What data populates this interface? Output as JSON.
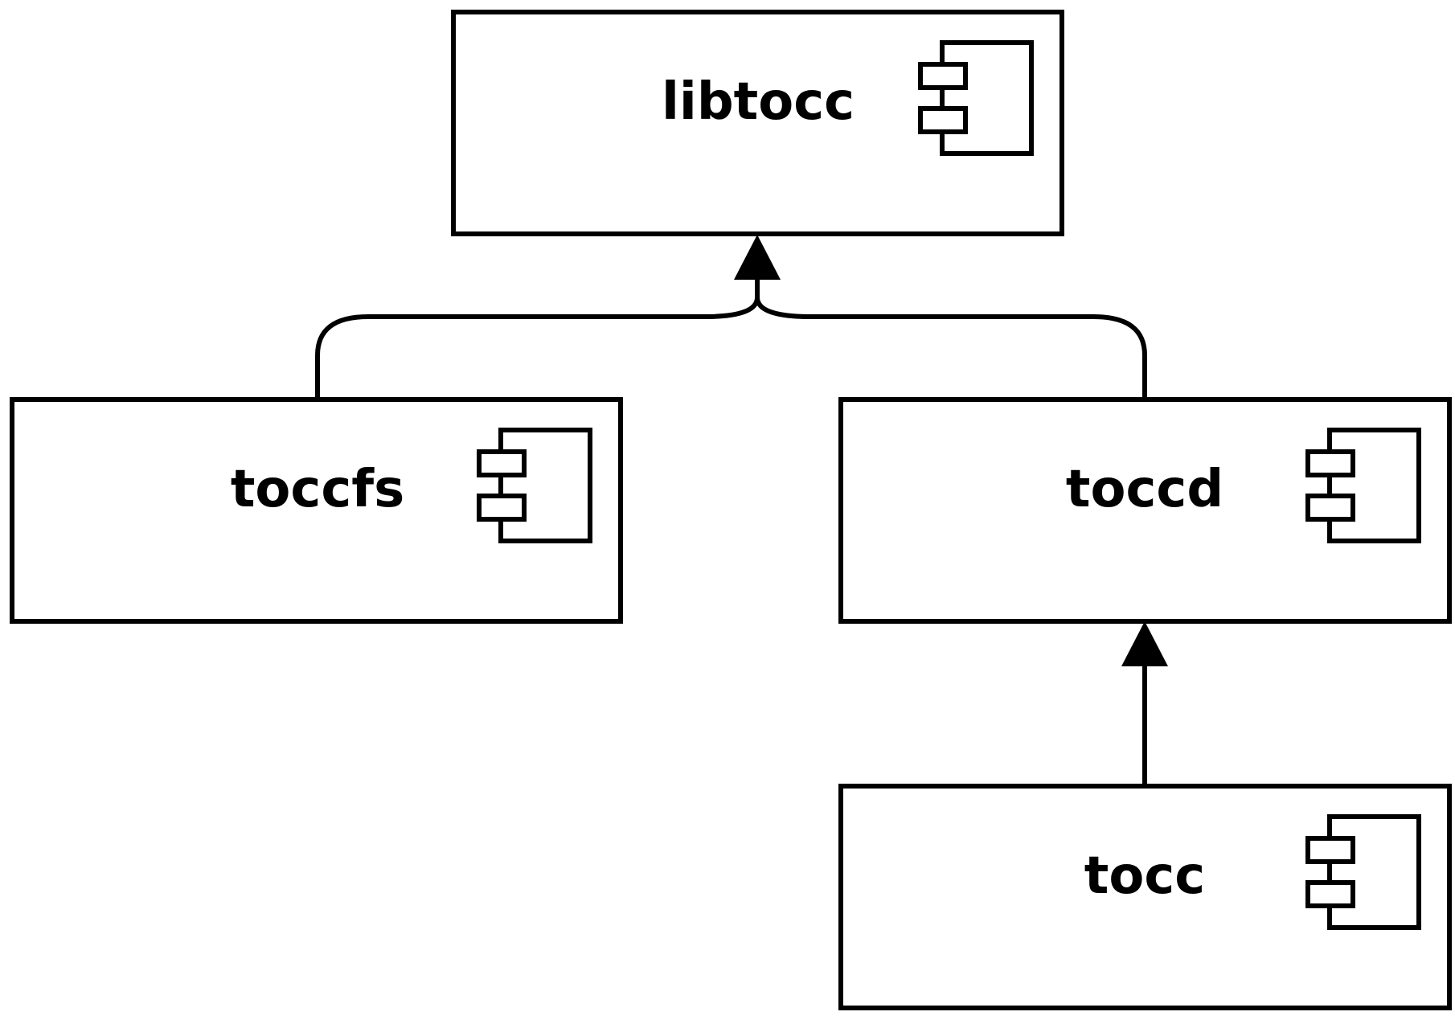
{
  "diagram": {
    "components": [
      {
        "id": "libtocc",
        "label": "libtocc"
      },
      {
        "id": "toccfs",
        "label": "toccfs"
      },
      {
        "id": "toccd",
        "label": "toccd"
      },
      {
        "id": "tocc",
        "label": "tocc"
      }
    ],
    "dependencies": [
      {
        "from": "toccfs",
        "to": "libtocc"
      },
      {
        "from": "toccd",
        "to": "libtocc"
      },
      {
        "from": "tocc",
        "to": "toccd"
      }
    ],
    "colors": {
      "stroke": "#000000",
      "fill": "#ffffff"
    },
    "icon": "uml-component-icon"
  }
}
